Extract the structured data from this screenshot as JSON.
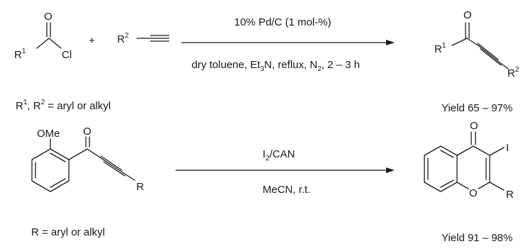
{
  "reaction1": {
    "acyl_chloride": {
      "r_symbol": "R",
      "r_index": "1",
      "oxygen": "O",
      "chlorine": "Cl"
    },
    "plus": "+",
    "alkyne": {
      "r_symbol": "R",
      "r_index": "2"
    },
    "conditions_above": "10% Pd/C (1 mol-%)",
    "conditions_below": {
      "part1": "dry toluene, Et",
      "sub1": "3",
      "part2": "N, reflux, N",
      "sub2": "2",
      "part3": ", 2 – 3 h"
    },
    "product": {
      "oxygen": "O",
      "r1_symbol": "R",
      "r1_index": "1",
      "r2_symbol": "R",
      "r2_index": "2"
    },
    "substituents": {
      "r1": "R",
      "i1": "1",
      "mid": ", R",
      "i2": "2",
      "end": " = aryl or alkyl"
    },
    "yield": "Yield 65 – 97%"
  },
  "reaction2": {
    "start": {
      "methoxy": "OMe",
      "oxygen": "O",
      "r": "R"
    },
    "conditions_above": {
      "reagent1": "I",
      "sub": "2",
      "rest": "/CAN"
    },
    "conditions_below": "MeCN, r.t.",
    "product": {
      "carbonyl_o": "O",
      "iodine": "I",
      "ring_o": "O",
      "r": "R"
    },
    "substituents": "R = aryl or alkyl",
    "yield": "Yield 91 – 98%"
  }
}
